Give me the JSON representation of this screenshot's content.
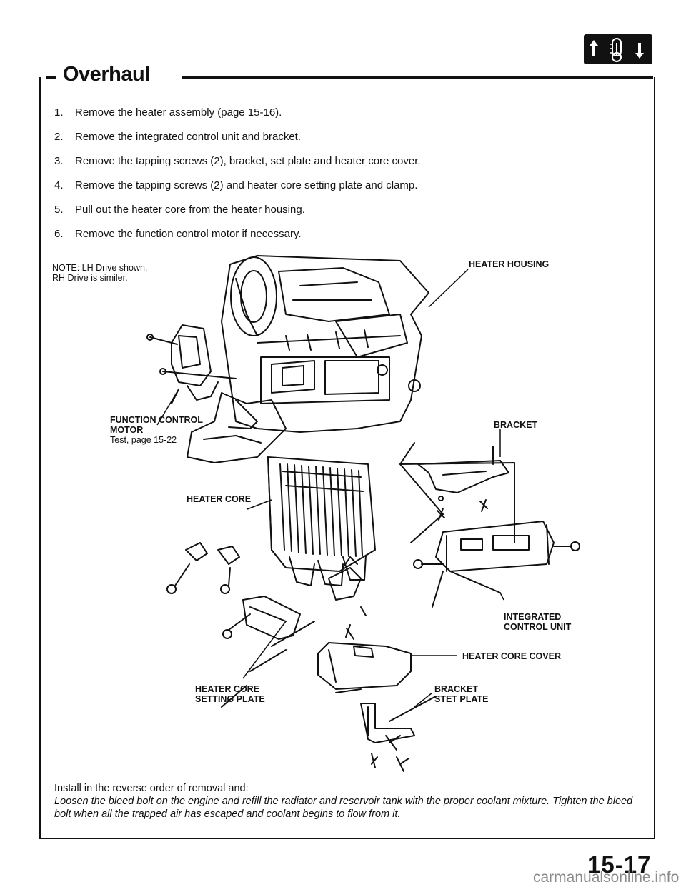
{
  "header": {
    "title": "Overhaul"
  },
  "steps": [
    {
      "num": "1.",
      "text": "Remove the heater assembly (page 15-16)."
    },
    {
      "num": "2.",
      "text": "Remove the integrated control unit and bracket."
    },
    {
      "num": "3.",
      "text": "Remove the tapping screws (2), bracket, set plate and heater core cover."
    },
    {
      "num": "4.",
      "text": "Remove the tapping screws (2) and heater core setting plate and clamp."
    },
    {
      "num": "5.",
      "text": "Pull out the heater core from the heater housing."
    },
    {
      "num": "6.",
      "text": "Remove the function control motor if necessary."
    }
  ],
  "note": {
    "line1": "NOTE: LH Drive shown,",
    "line2": "RH Drive is similer."
  },
  "labels": {
    "heater_housing": "HEATER HOUSING",
    "function_control_1": "FUNCTION CONTROL",
    "function_control_2": "MOTOR",
    "function_control_3": "Test, page 15-22",
    "bracket": "BRACKET",
    "heater_core": "HEATER CORE",
    "integrated_1": "INTEGRATED",
    "integrated_2": "CONTROL UNIT",
    "heater_core_cover": "HEATER CORE COVER",
    "setting_plate_1": "HEATER CORE",
    "setting_plate_2": "SETTING PLATE",
    "bracket_set_1": "BRACKET",
    "bracket_set_2": "STET PLATE"
  },
  "install": {
    "intro": "Install in the reverse order of removal and:",
    "body": "Loosen the bleed bolt on the engine and refill the radiator and reservoir tank with the proper coolant mixture. Tighten the bleed bolt when all the trapped air has escaped and coolant begins to flow from it."
  },
  "footer": {
    "page_number": "15-17",
    "watermark": "carmanualsonline.info"
  },
  "icons": {
    "section_badge": "thermometer-arrows-icon"
  }
}
